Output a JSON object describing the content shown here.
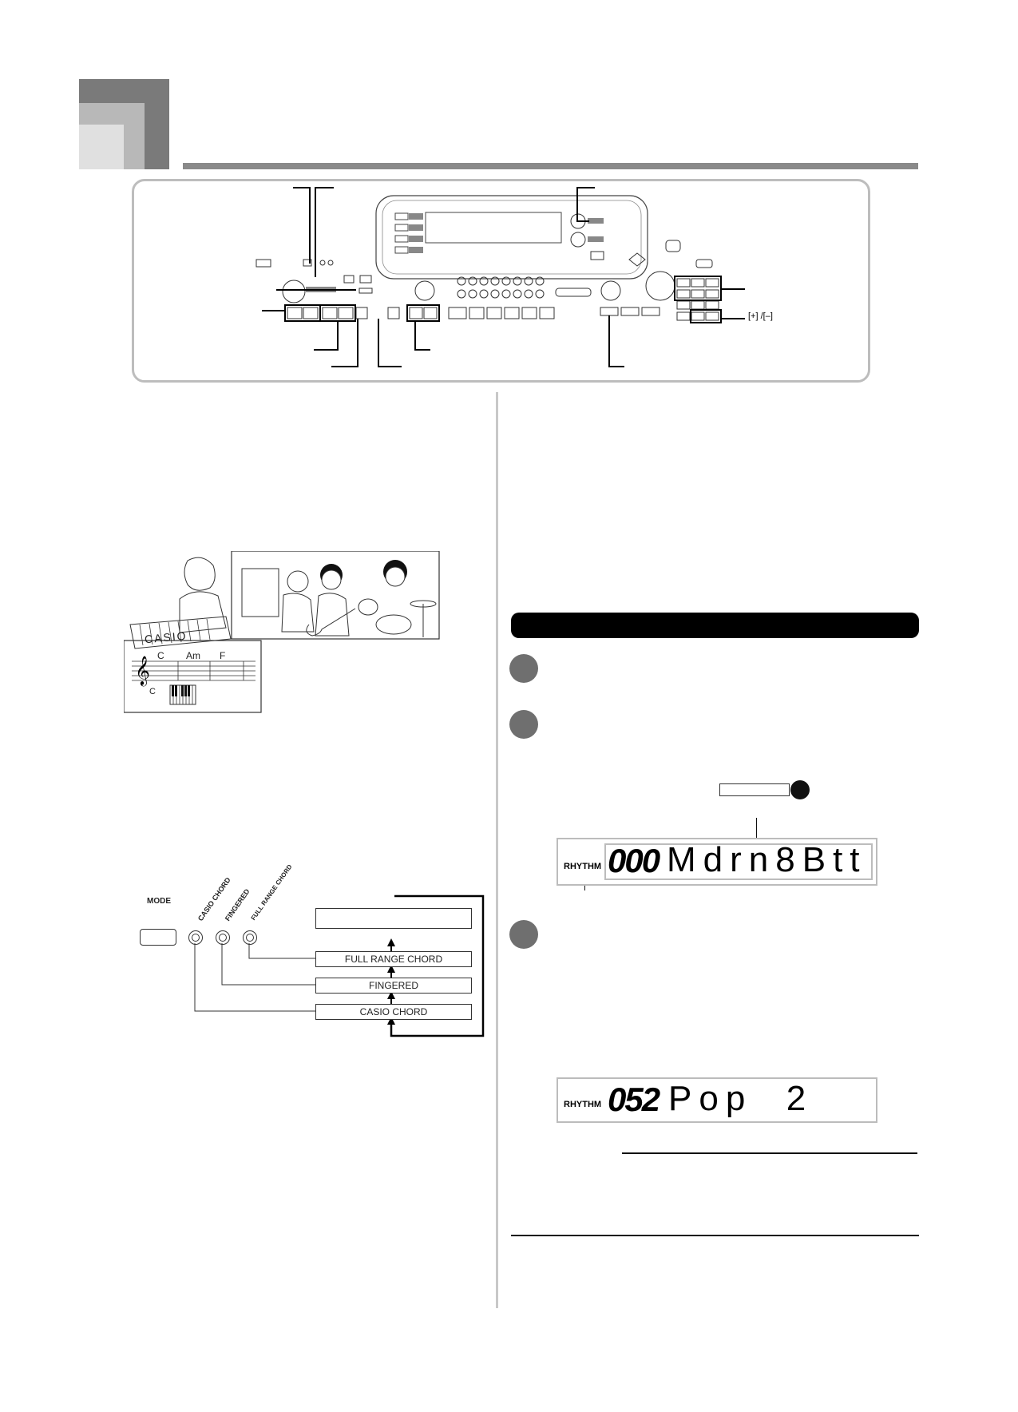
{
  "keyboard_panel": {
    "plus_minus_label": "[+] /[–]"
  },
  "illustration": {
    "brand_text": "CASIO",
    "chord_labels": [
      "C",
      "Am",
      "F"
    ],
    "bottom_chord": "C"
  },
  "mode_diagram": {
    "mode_label": "MODE",
    "led_labels": [
      "CASIO CHORD",
      "FINGERED",
      "FULL RANGE CHORD"
    ],
    "boxes": [
      "",
      "FULL RANGE CHORD",
      "FINGERED",
      "CASIO CHORD"
    ]
  },
  "lcd_1": {
    "tag": "RHYTHM",
    "number": "000",
    "name": "Mdrn8Btt"
  },
  "lcd_2": {
    "tag": "RHYTHM",
    "number": "052",
    "name": "Pop  2"
  }
}
